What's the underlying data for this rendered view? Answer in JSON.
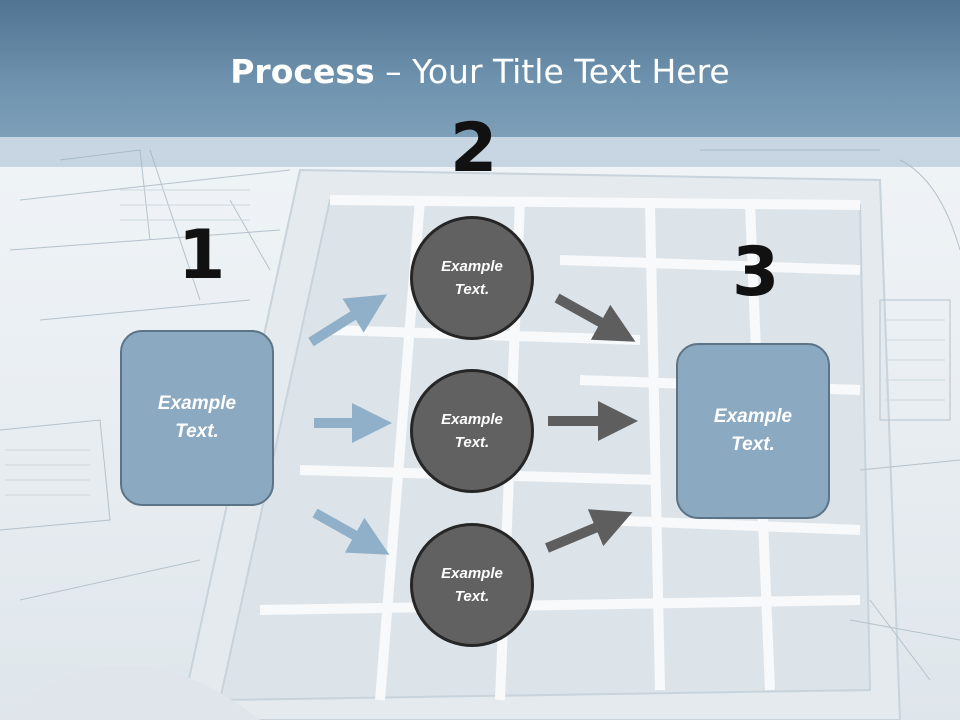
{
  "title": {
    "bold": "Process",
    "rest": " – Your Title Text Here"
  },
  "steps": [
    {
      "number": "1",
      "label": "Example Text."
    },
    {
      "number": "2",
      "items": [
        "Example Text.",
        "Example Text.",
        "Example Text."
      ]
    },
    {
      "number": "3",
      "label": "Example Text."
    }
  ],
  "colors": {
    "header": "#6a8fab",
    "box_fill": "#8ba9c1",
    "circle_fill": "#616161",
    "arrow_blue": "#8fb0c8",
    "arrow_gray": "#5e5e5e"
  }
}
